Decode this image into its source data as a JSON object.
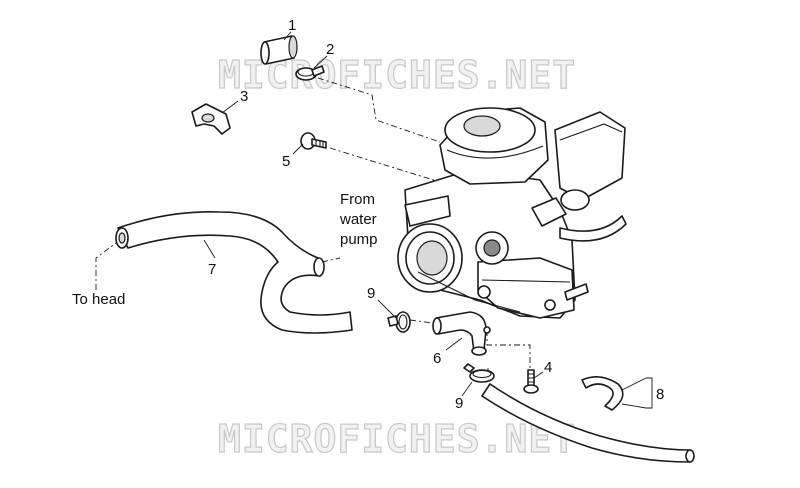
{
  "watermark": "MICROFICHES.NET",
  "callouts": {
    "c1": "1",
    "c2": "2",
    "c3": "3",
    "c4": "4",
    "c5": "5",
    "c6": "6",
    "c7": "7",
    "c8": "8",
    "c9a": "9",
    "c9b": "9"
  },
  "labels": {
    "from_line1": "From",
    "from_line2": "water",
    "from_line3": "pump",
    "to_head": "To head"
  }
}
